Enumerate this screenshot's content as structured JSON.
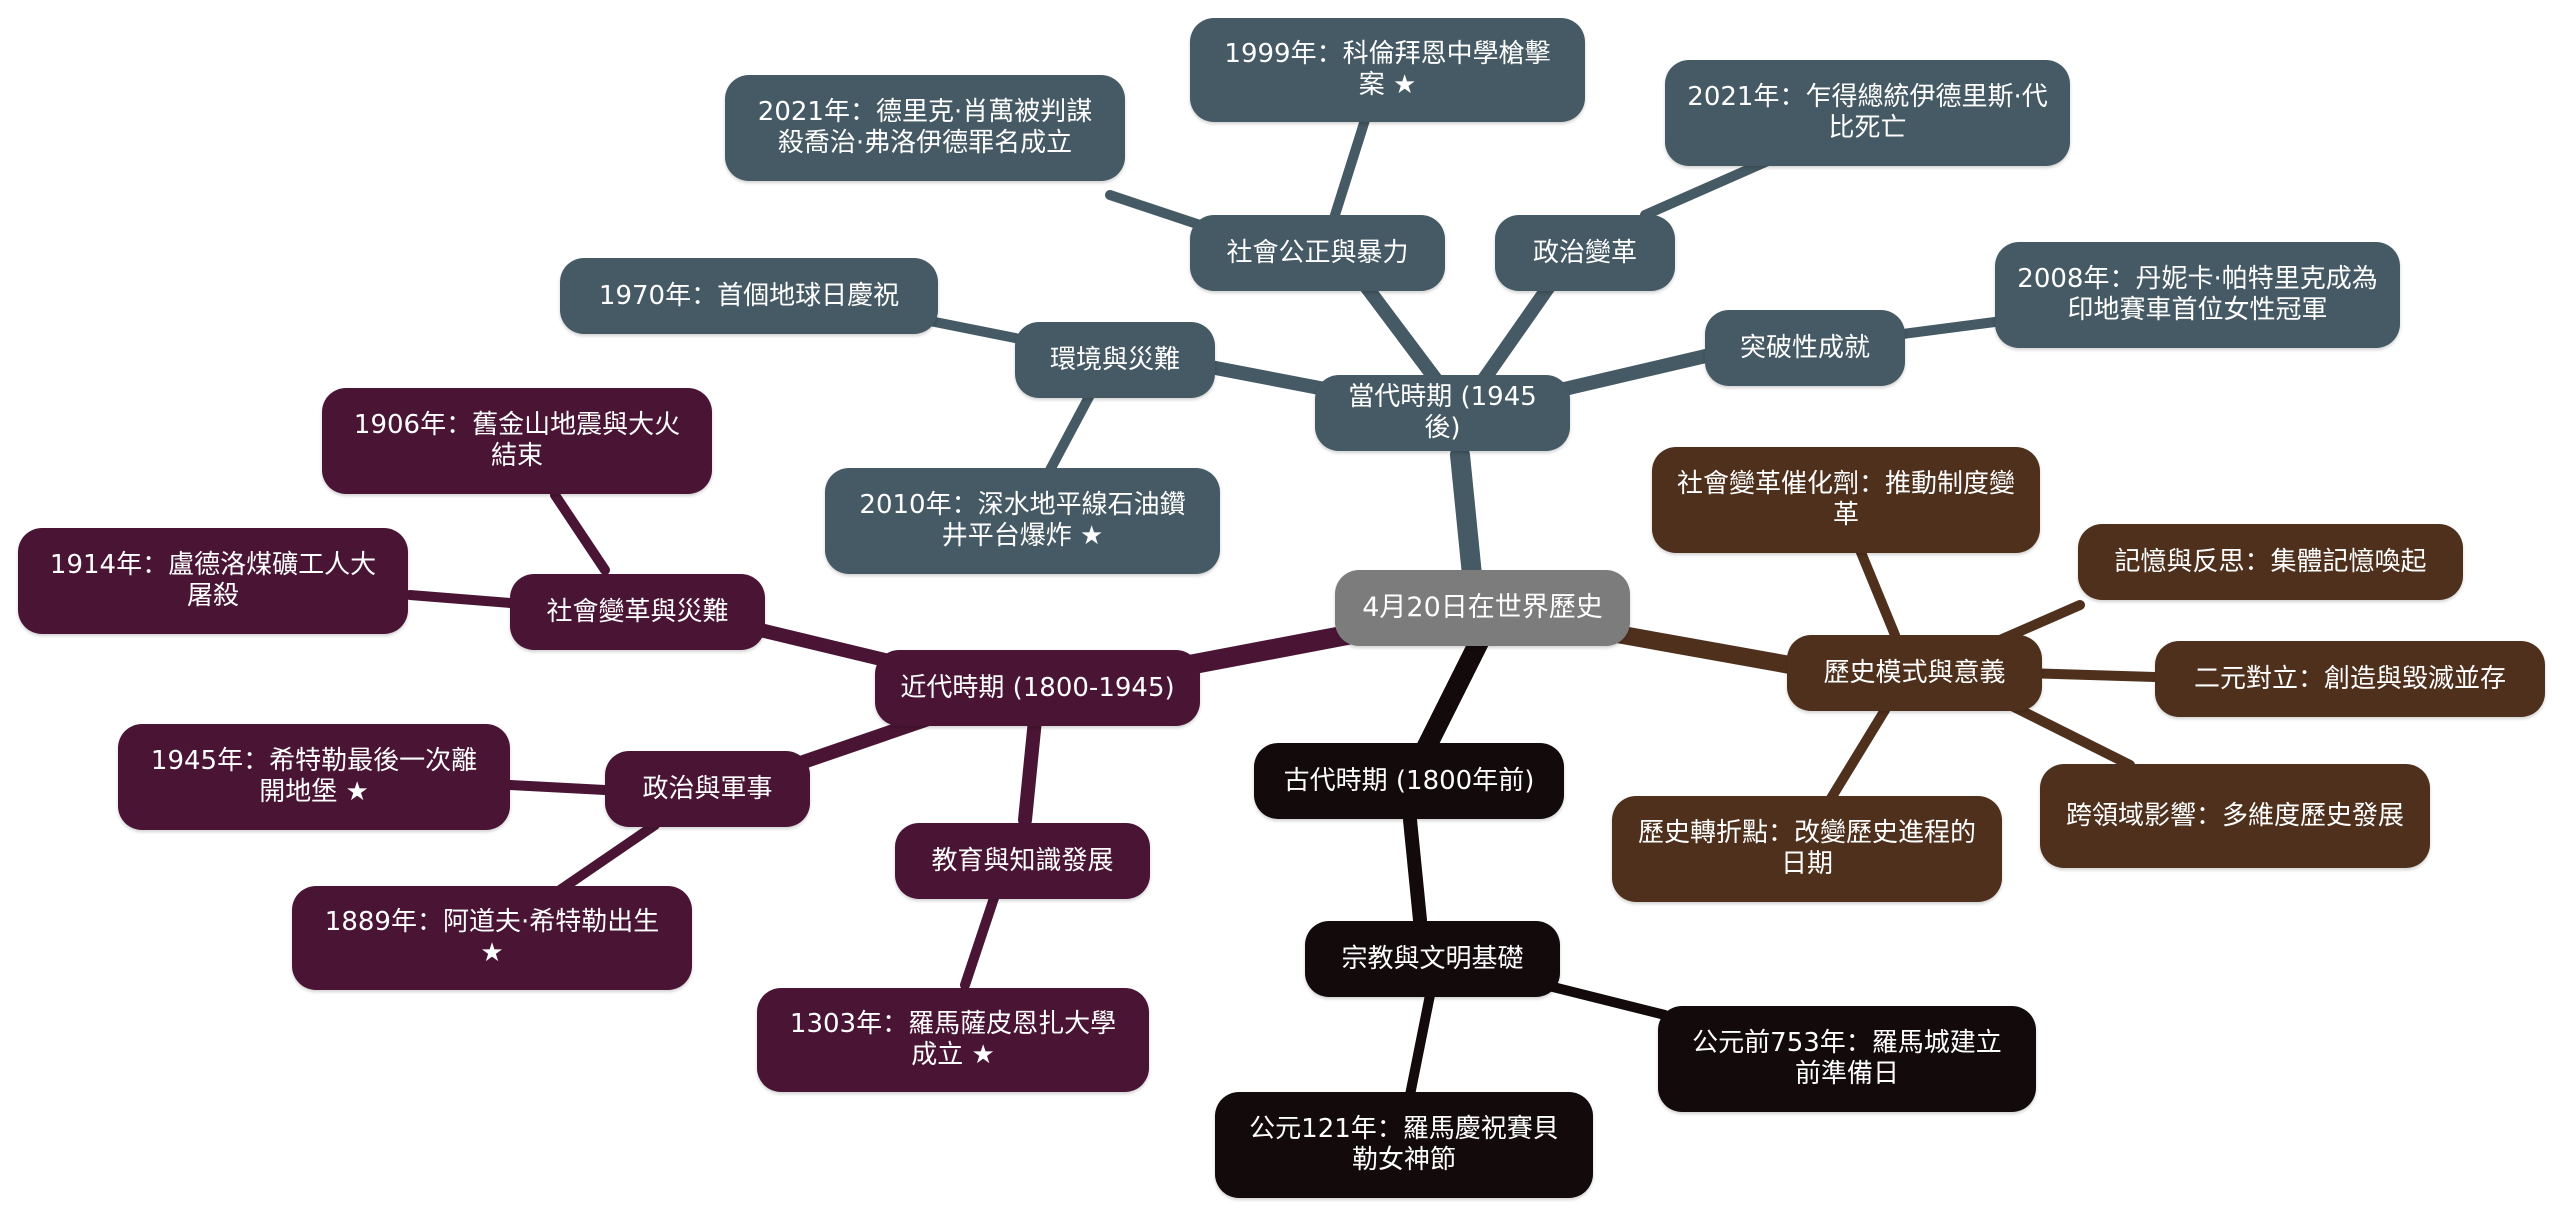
{
  "colors": {
    "root": "#7c7c7c",
    "contemporary": "#455a64",
    "modern": "#4a1535",
    "ancient": "#130a0c",
    "patterns": "#4f301d"
  },
  "root": {
    "label": "4月20日在世界歷史"
  },
  "contemporary": {
    "label": "當代時期 (1945後)",
    "social": {
      "label": "社會公正與暴力",
      "items": [
        "2021年：德里克·肖萬被判謀殺喬治·弗洛伊德罪名成立",
        "1999年：科倫拜恩中學槍擊案 ★"
      ]
    },
    "politics": {
      "label": "政治變革",
      "items": [
        "2021年：乍得總統伊德里斯·代比死亡"
      ]
    },
    "breakthrough": {
      "label": "突破性成就",
      "items": [
        "2008年：丹妮卡·帕特里克成為印地賽車首位女性冠軍"
      ]
    },
    "environment": {
      "label": "環境與災難",
      "items": [
        "1970年：首個地球日慶祝",
        "2010年：深水地平線石油鑽井平台爆炸 ★"
      ]
    }
  },
  "modern": {
    "label": "近代時期 (1800-1945)",
    "social": {
      "label": "社會變革與災難",
      "items": [
        "1906年：舊金山地震與大火結束",
        "1914年：盧德洛煤礦工人大屠殺"
      ]
    },
    "military": {
      "label": "政治與軍事",
      "items": [
        "1945年：希特勒最後一次離開地堡 ★",
        "1889年：阿道夫·希特勒出生 ★"
      ]
    },
    "education": {
      "label": "教育與知識發展",
      "items": [
        "1303年：羅馬薩皮恩扎大學成立 ★"
      ]
    }
  },
  "ancient": {
    "label": "古代時期 (1800年前)",
    "religion": {
      "label": "宗教與文明基礎",
      "items": [
        "公元前753年：羅馬城建立前準備日",
        "公元121年：羅馬慶祝賽貝勒女神節"
      ]
    }
  },
  "patterns": {
    "label": "歷史模式與意義",
    "items": [
      "社會變革催化劑：推動制度變革",
      "記憶與反思：集體記憶喚起",
      "二元對立：創造與毀滅並存",
      "跨領域影響：多維度歷史發展",
      "歷史轉折點：改變歷史進程的日期"
    ]
  }
}
